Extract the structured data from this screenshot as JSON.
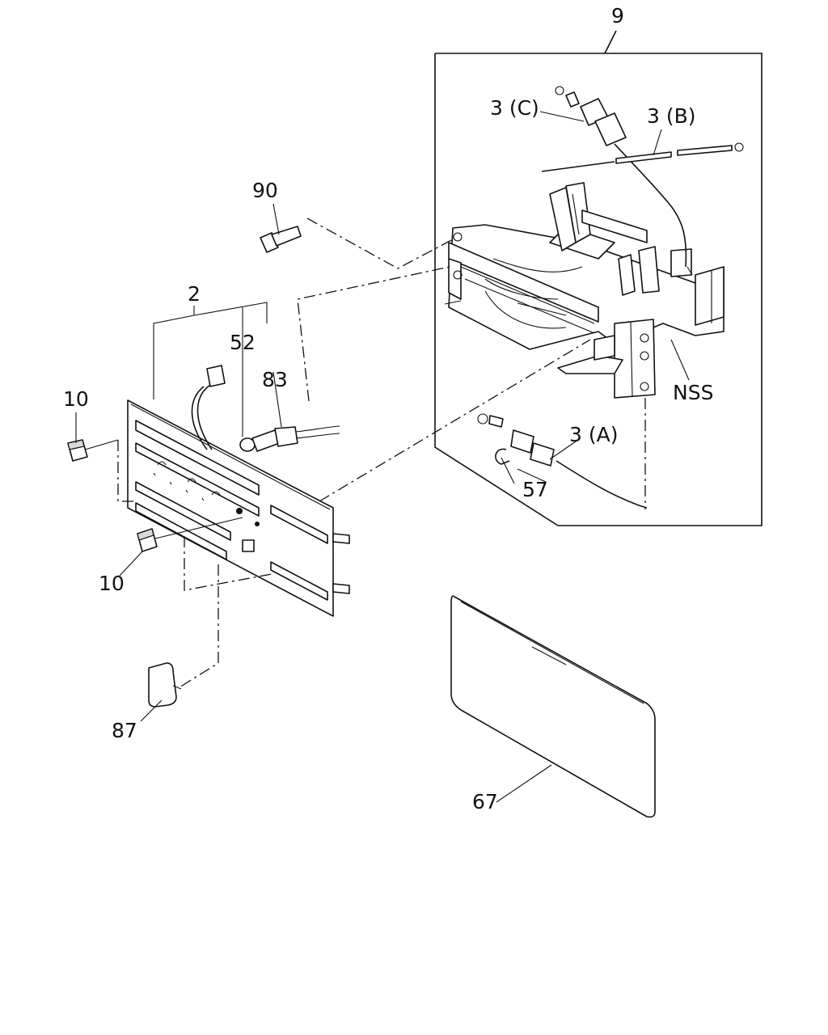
{
  "callouts": {
    "c9": "9",
    "c3c": "3 (C)",
    "c3b": "3 (B)",
    "c90": "90",
    "c2": "2",
    "c52": "52",
    "c83": "83",
    "c10_top": "10",
    "c10_bottom": "10",
    "nss": "NSS",
    "c3a": "3 (A)",
    "c57": "57",
    "c87": "87",
    "c67": "67"
  },
  "parts": {
    "frame_9": "box-frame",
    "bracket_nss": "nss-bracket",
    "panel_2": "control-panel",
    "bolt_90": "bolt",
    "bulb_52": "bulb",
    "socket_83": "bulb-socket",
    "knob_10": "knob",
    "cap_87": "cap",
    "lens_67": "lens-panel",
    "clip_57": "clip",
    "cable_3a": "cable",
    "cable_3b": "cable",
    "cable_3c": "cable"
  }
}
